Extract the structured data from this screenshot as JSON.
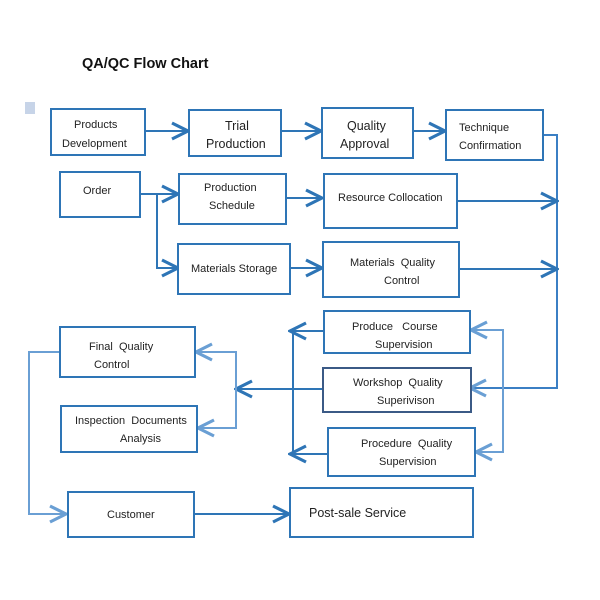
{
  "title": "QA/QC Flow Chart",
  "nodes": {
    "products_development": [
      "Products",
      "Development"
    ],
    "trial_production": [
      "Trial",
      "Production"
    ],
    "quality_approval": [
      "Quality",
      "Approval"
    ],
    "technique_confirmation": [
      "Technique",
      "Confirmation"
    ],
    "order": [
      "Order"
    ],
    "production_schedule": [
      "Production",
      "Schedule"
    ],
    "resource_collocation": [
      "Resource Collocation"
    ],
    "materials_storage": [
      "Materials Storage"
    ],
    "materials_quality_control": [
      "Materials  Quality",
      "Control"
    ],
    "produce_course_supervision": [
      "Produce   Course",
      "Supervision"
    ],
    "workshop_quality_supervision": [
      "Workshop  Quality",
      "Superivison"
    ],
    "procedure_quality_supervision": [
      "Procedure  Quality",
      "Supervision"
    ],
    "final_quality_control": [
      "Final  Quality",
      "Control"
    ],
    "inspection_documents_analysis": [
      "Inspection  Documents",
      "Analysis"
    ],
    "customer": [
      "Customer"
    ],
    "post_sale_service": [
      "Post-sale Service"
    ]
  },
  "colors": {
    "primary": "#2e75b6",
    "light": "#6a9fd4"
  }
}
